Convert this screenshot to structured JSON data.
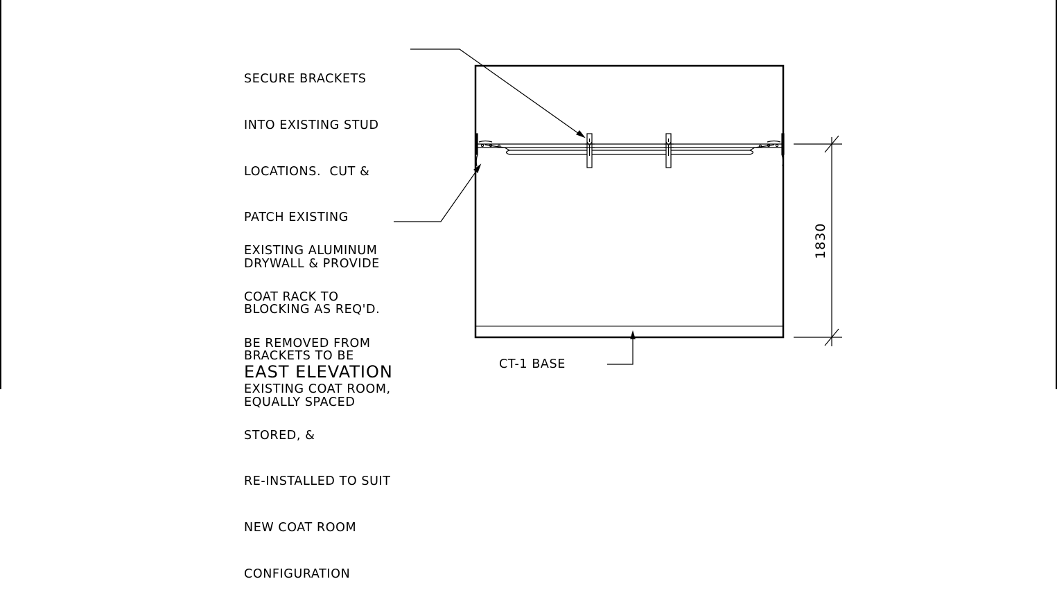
{
  "notes": {
    "brackets": [
      "SECURE BRACKETS",
      "INTO EXISTING STUD",
      "LOCATIONS.  CUT &",
      "PATCH EXISTING",
      "DRYWALL & PROVIDE",
      "BLOCKING AS REQ'D.",
      "BRACKETS TO BE",
      "EQUALLY SPACED"
    ],
    "coat_rack": [
      "EXISTING ALUMINUM",
      "COAT RACK TO",
      "BE REMOVED FROM",
      "EXISTING COAT ROOM,",
      "STORED, &",
      "RE-INSTALLED TO SUIT",
      "NEW COAT ROOM",
      "CONFIGURATION"
    ],
    "base": "CT-1 BASE"
  },
  "dimension": {
    "height": "1830"
  },
  "title": "EAST ELEVATION"
}
